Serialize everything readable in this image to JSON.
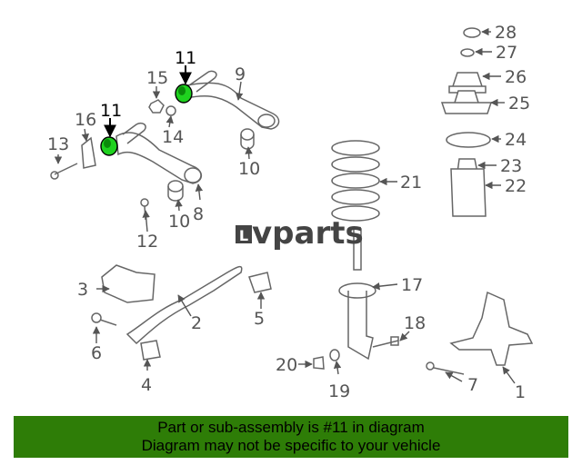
{
  "watermark": {
    "mark": "L",
    "text": "vparts"
  },
  "callouts": {
    "p1": "1",
    "p2": "2",
    "p3": "3",
    "p4": "4",
    "p5": "5",
    "p6": "6",
    "p7": "7",
    "p8": "8",
    "p9": "9",
    "p10a": "10",
    "p10b": "10",
    "p11a": "11",
    "p11b": "11",
    "p12": "12",
    "p13": "13",
    "p14": "14",
    "p15": "15",
    "p16": "16",
    "p17": "17",
    "p18": "18",
    "p19": "19",
    "p20": "20",
    "p21": "21",
    "p22": "22",
    "p23": "23",
    "p24": "24",
    "p25": "25",
    "p26": "26",
    "p27": "27",
    "p28": "28"
  },
  "highlight": {
    "part": "11",
    "color": "#1fd21f"
  },
  "banner": {
    "line1": "Part or sub-assembly is #11 in diagram",
    "line2": "Diagram may not be specific to your vehicle",
    "color": "#2e7d07"
  }
}
